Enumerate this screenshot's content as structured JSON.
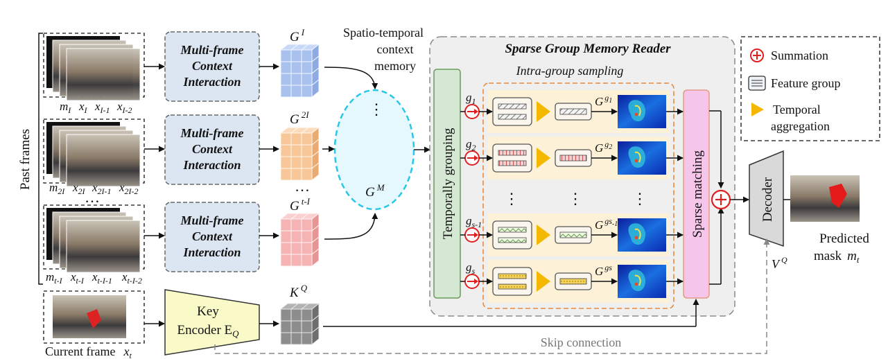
{
  "colors": {
    "mfci_fill": "#dce6f2",
    "reader_fill": "#efefef",
    "grouping_fill": "#d5e8d4",
    "sparse_fill": "#f5c6e9",
    "intra_fill": "#fdf2d7",
    "key_encoder_fill": "#fafac8",
    "decoder_fill": "#d9d9d9",
    "summation_red": "#e02020",
    "triangle_yellow": "#f5b800",
    "memory_ellipse": "#27c7e6"
  },
  "past_frames": {
    "label": "Past frames",
    "groups": [
      {
        "m": "m",
        "m_sub": "I",
        "x1": "x",
        "x1_sub": "I",
        "x2": "x",
        "x2_sub": "I-1",
        "x3": "x",
        "x3_sub": "I-2"
      },
      {
        "m": "m",
        "m_sub": "2I",
        "x1": "x",
        "x1_sub": "2I",
        "x2": "x",
        "x2_sub": "2I-1",
        "x3": "x",
        "x3_sub": "2I-2"
      },
      {
        "m": "m",
        "m_sub": "t-I",
        "x1": "x",
        "x1_sub": "t-I",
        "x2": "x",
        "x2_sub": "t-I-1",
        "x3": "x",
        "x3_sub": "t-I-2"
      }
    ],
    "dots": "…"
  },
  "mfci": {
    "line1": "Multi-frame",
    "line2": "Context",
    "line3": "Interaction"
  },
  "features": [
    {
      "base": "G",
      "sup": "I"
    },
    {
      "base": "G",
      "sup": "2I"
    },
    {
      "base": "G",
      "sup": "t-I"
    }
  ],
  "features_dots": "…",
  "memory": {
    "title_line1": "Spatio-temporal",
    "title_line2": "context",
    "title_line3": "memory",
    "label_base": "G",
    "label_sup": "M",
    "dots": "⋮"
  },
  "reader": {
    "title": "Sparse Group Memory Reader",
    "intra_title": "Intra-group sampling",
    "temporal_grouping": "Temporally grouping",
    "sparse_matching": "Sparse matching",
    "groups": [
      {
        "g": "g",
        "g_sub": "1",
        "G": "G",
        "G_sup": "g",
        "G_sup_sub": "1"
      },
      {
        "g": "g",
        "g_sub": "2",
        "G": "G",
        "G_sup": "g",
        "G_sup_sub": "2"
      },
      {
        "g": "g",
        "g_sub": "s-1",
        "G": "G",
        "G_sup": "gs",
        "G_sup_sub": "-1"
      },
      {
        "g": "g",
        "g_sub": "s",
        "G": "G",
        "G_sup": "gs",
        "G_sup_sub": ""
      }
    ],
    "vdots": "⋮"
  },
  "legend": {
    "summation": "Summation",
    "feature_group": "Feature group",
    "temporal_line1": "Temporal",
    "temporal_line2": "aggregation"
  },
  "key_encoder": {
    "line1": "Key",
    "line2": "Encoder E",
    "sub": "Q",
    "kq_base": "K",
    "kq_sup": "Q"
  },
  "current_frame": {
    "label": "Current frame",
    "x": "x",
    "x_sub": "t"
  },
  "decoder": {
    "label": "Decoder",
    "vq_base": "V",
    "vq_sup": "Q"
  },
  "output": {
    "line1": "Predicted",
    "line2": "mask",
    "m": "m",
    "m_sub": "t"
  },
  "skip_connection": "Skip connection"
}
